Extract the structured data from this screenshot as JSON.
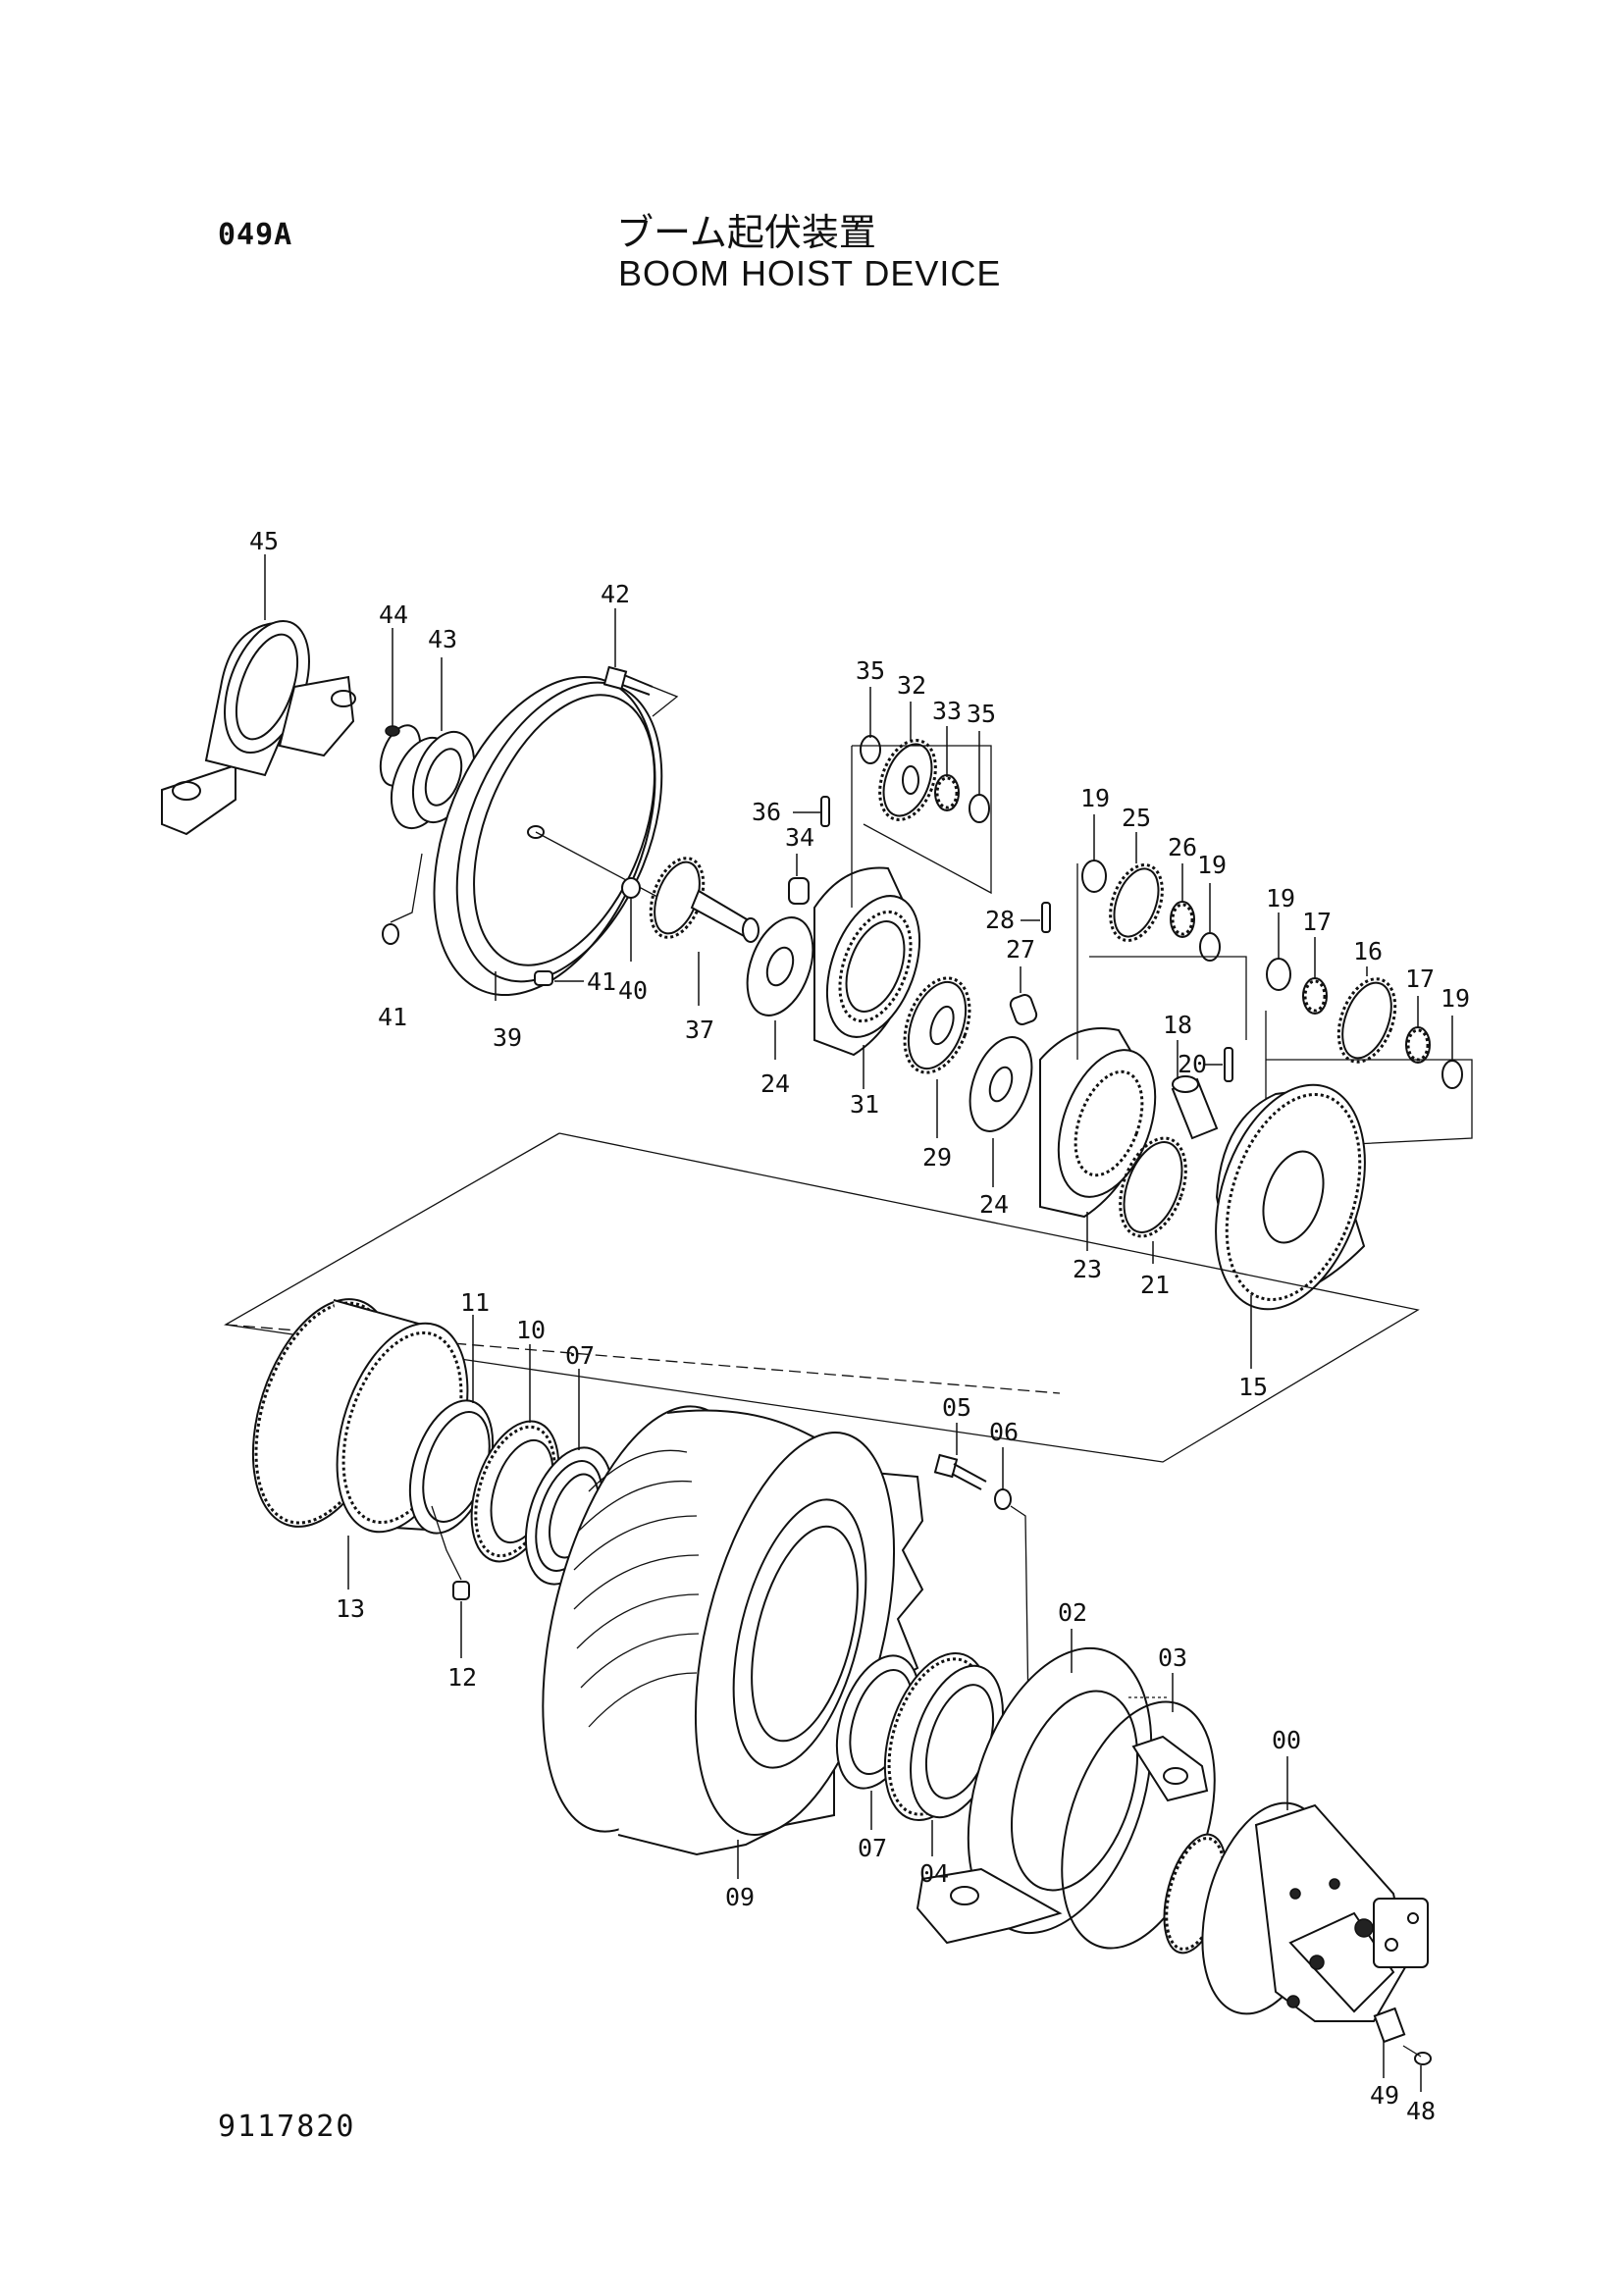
{
  "header": {
    "page_code": "049A",
    "title_jp": "ブーム起伏装置",
    "title_en": "BOOM HOIST DEVICE"
  },
  "footer": {
    "drawing_number": "9117820"
  },
  "part_labels": {
    "p45": "45",
    "p44": "44",
    "p43": "43",
    "p42": "42",
    "p41a": "41",
    "p41b": "41",
    "p40": "40",
    "p39": "39",
    "p37": "37",
    "p36": "36",
    "p35a": "35",
    "p35b": "35",
    "p34": "34",
    "p33": "33",
    "p32": "32",
    "p31": "31",
    "p29": "29",
    "p28": "28",
    "p27": "27",
    "p26": "26",
    "p25": "25",
    "p24a": "24",
    "p24b": "24",
    "p23": "23",
    "p21": "21",
    "p20": "20",
    "p19a": "19",
    "p19b": "19",
    "p19c": "19",
    "p19d": "19",
    "p18": "18",
    "p17a": "17",
    "p17b": "17",
    "p16": "16",
    "p15": "15",
    "p13": "13",
    "p12": "12",
    "p11": "11",
    "p10": "10",
    "p09": "09",
    "p07a": "07",
    "p07b": "07",
    "p06": "06",
    "p05": "05",
    "p04": "04",
    "p03": "03",
    "p02": "02",
    "p00": "00",
    "p49": "49",
    "p48": "48"
  }
}
